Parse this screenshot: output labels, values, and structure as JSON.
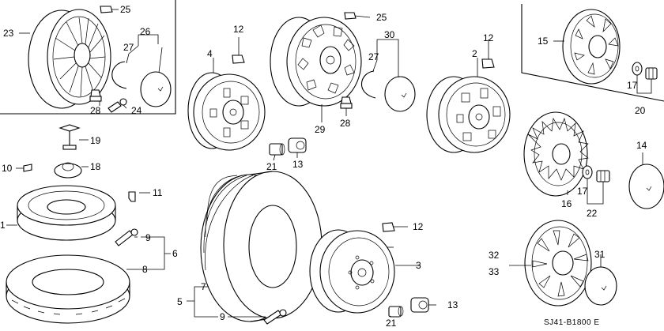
{
  "callouts": {
    "n1": "1",
    "n2": "2",
    "n3": "3",
    "n4": "4",
    "n5": "5",
    "n6": "6",
    "n7": "7",
    "n8": "8",
    "n9a": "9",
    "n9b": "9",
    "n10": "10",
    "n11": "11",
    "n12a": "12",
    "n12b": "12",
    "n12c": "12",
    "n13a": "13",
    "n13b": "13",
    "n14": "14",
    "n15": "15",
    "n16": "16",
    "n17a": "17",
    "n17b": "17",
    "n18": "18",
    "n19": "19",
    "n20": "20",
    "n21a": "21",
    "n21b": "21",
    "n22": "22",
    "n23": "23",
    "n24": "24",
    "n25a": "25",
    "n25b": "25",
    "n26": "26",
    "n27a": "27",
    "n27b": "27",
    "n28a": "28",
    "n28b": "28",
    "n29": "29",
    "n30": "30",
    "n31": "31",
    "n32": "32",
    "n33": "33"
  },
  "diagram_code": "SJ41-B1800 E"
}
